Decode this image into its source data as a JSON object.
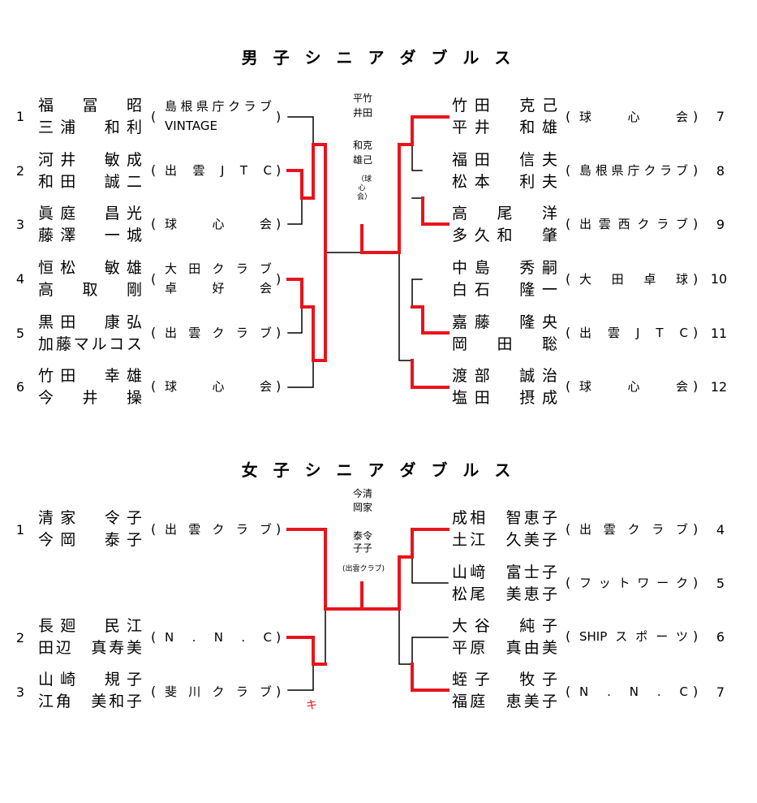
{
  "men": {
    "title": "男 子 シ ニ ア ダ ブ ル ス",
    "left": [
      {
        "seed": "1",
        "p1": "福　冨　昭",
        "p2": "三浦　和利",
        "club": "島根県庁クラブ",
        "club2": "VINTAGE"
      },
      {
        "seed": "2",
        "p1": "河井　敏成",
        "p2": "和田　誠二",
        "club": "出　雲　J　T　C"
      },
      {
        "seed": "3",
        "p1": "眞庭　昌光",
        "p2": "藤澤　一城",
        "club": "球　　心　　会"
      },
      {
        "seed": "4",
        "p1": "恒松　敏雄",
        "p2": "高　取　剛",
        "club": "大田クラブ",
        "club2": "卓　　好　　会"
      },
      {
        "seed": "5",
        "p1": "黒田　康弘",
        "p2": "加藤マルコス",
        "club": "出雲クラブ"
      },
      {
        "seed": "6",
        "p1": "竹田　幸雄",
        "p2": "今　井　操",
        "club": "球　　心　　会"
      }
    ],
    "right": [
      {
        "seed": "7",
        "p1": "竹田　克己",
        "p2": "平井　和雄",
        "club": "球　　心　　会"
      },
      {
        "seed": "8",
        "p1": "福田　信夫",
        "p2": "松本　利夫",
        "club": "島根県庁クラブ"
      },
      {
        "seed": "9",
        "p1": "高　尾　洋",
        "p2": "多久和　肇",
        "club": "出雲西クラブ"
      },
      {
        "seed": "10",
        "p1": "中島　秀嗣",
        "p2": "白石　隆一",
        "club": "大　田　卓　球"
      },
      {
        "seed": "11",
        "p1": "嘉藤　隆央",
        "p2": "岡　田　聡",
        "club": "出　雲　J　T　C"
      },
      {
        "seed": "12",
        "p1": "渡部　誠治",
        "p2": "塩田　摂成",
        "club": "球　　心　　会"
      }
    ],
    "winner": {
      "line1": "平竹",
      "line2": "井田",
      "line3": "和克",
      "line4": "雄己",
      "club": "（球心会）"
    }
  },
  "women": {
    "title": "女 子 シ ニ ア ダ ブ ル ス",
    "left": [
      {
        "seed": "1",
        "p1": "清家　令子",
        "p2": "今岡　泰子",
        "club": "出雲クラブ"
      },
      {
        "seed": "2",
        "p1": "長廻　民江",
        "p2": "田辺　真寿美",
        "club": "N　.　N　.　C"
      },
      {
        "seed": "3",
        "p1": "山崎　規子",
        "p2": "江角　美和子",
        "club": "斐川クラブ"
      }
    ],
    "right": [
      {
        "seed": "4",
        "p1": "成相　智恵子",
        "p2": "土江　久美子",
        "club": "出雲クラブ"
      },
      {
        "seed": "5",
        "p1": "山﨑　富士子",
        "p2": "松尾　美恵子",
        "club": "フットワーク"
      },
      {
        "seed": "6",
        "p1": "大谷　純子",
        "p2": "平原　真由美",
        "club": "SHIPスポーツ"
      },
      {
        "seed": "7",
        "p1": "蛭子　牧子",
        "p2": "福庭　恵美子",
        "club": "N　.　N　.　C"
      }
    ],
    "winner": {
      "line1": "今清",
      "line2": "岡家",
      "line3": "泰令",
      "line4": "子子",
      "club": "(出雲クラブ)"
    },
    "note": "キ"
  },
  "colors": {
    "win": "#e8141b",
    "line": "#000000"
  }
}
